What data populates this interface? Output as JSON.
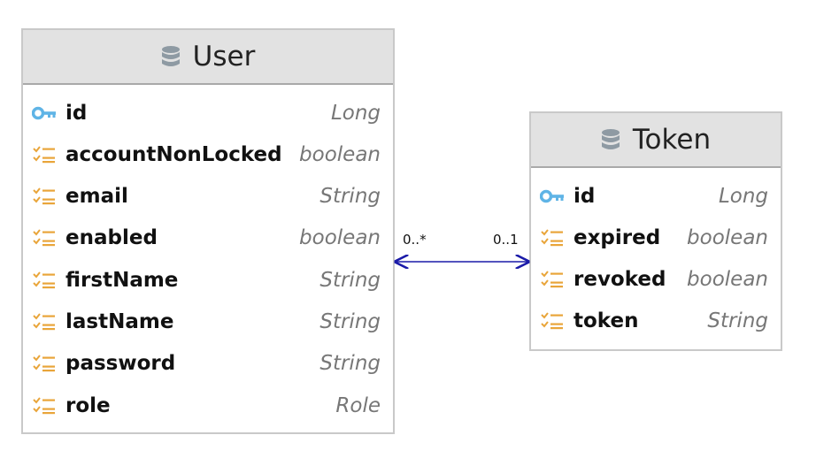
{
  "entities": {
    "user": {
      "title": "User",
      "fields": [
        {
          "name": "id",
          "type": "Long",
          "icon": "key-icon"
        },
        {
          "name": "accountNonLocked",
          "type": "boolean",
          "icon": "field-icon"
        },
        {
          "name": "email",
          "type": "String",
          "icon": "field-icon"
        },
        {
          "name": "enabled",
          "type": "boolean",
          "icon": "field-icon"
        },
        {
          "name": "firstName",
          "type": "String",
          "icon": "field-icon"
        },
        {
          "name": "lastName",
          "type": "String",
          "icon": "field-icon"
        },
        {
          "name": "password",
          "type": "String",
          "icon": "field-icon"
        },
        {
          "name": "role",
          "type": "Role",
          "icon": "field-icon"
        }
      ]
    },
    "token": {
      "title": "Token",
      "fields": [
        {
          "name": "id",
          "type": "Long",
          "icon": "key-icon"
        },
        {
          "name": "expired",
          "type": "boolean",
          "icon": "field-icon"
        },
        {
          "name": "revoked",
          "type": "boolean",
          "icon": "field-icon"
        },
        {
          "name": "token",
          "type": "String",
          "icon": "field-icon"
        }
      ]
    }
  },
  "association": {
    "user_multiplicity": "0..*",
    "token_multiplicity": "0..1"
  },
  "colors": {
    "key_icon": "#5fb4e6",
    "field_icon": "#e9a53a",
    "db_icon": "#8e9aa3",
    "association_line": "#1a1aa8"
  }
}
